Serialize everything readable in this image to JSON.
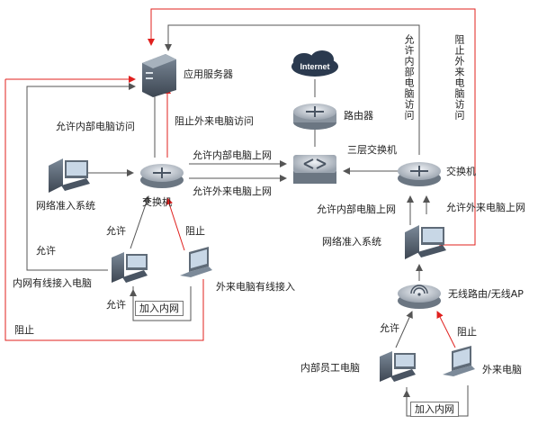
{
  "nodes": {
    "app_server": "应用服务器",
    "router": "路由器",
    "internet": "Internet",
    "l3_switch": "三层交换机",
    "left_switch": "交换机",
    "right_switch": "交换机",
    "left_nac": "网络准入系统",
    "right_nac": "网络准入系统",
    "left_internal_pc": "内网有线接入电脑",
    "left_external_pc": "外来电脑有线接入",
    "wireless_router": "无线路由/无线AP",
    "right_internal_pc": "内部员工电脑",
    "right_external_pc": "外来电脑"
  },
  "edges": {
    "allow_internal_access": "允许内部电脑访问",
    "block_external_access": "阻止外来电脑访问",
    "allow_internal_internet_top": "允许内部电脑上网",
    "allow_external_internet": "允许外来电脑上网",
    "right_allow_internal_access": "允许内部电脑访问",
    "right_block_external_access": "阻止外来电脑访问",
    "right_allow_internal_internet": "允许内部电脑上网",
    "right_allow_external_internet": "允许外来电脑上网",
    "left_allow": "允许",
    "left_block": "阻止",
    "left_allow_outer": "允许",
    "left_allow_bottom": "允许",
    "left_block_bottom": "阻止",
    "right_allow": "允许",
    "right_block": "阻止",
    "join_intranet_left": "加入内网",
    "join_intranet_right": "加入内网"
  },
  "colors": {
    "allow_line": "#555555",
    "block_line": "#e0201e"
  }
}
